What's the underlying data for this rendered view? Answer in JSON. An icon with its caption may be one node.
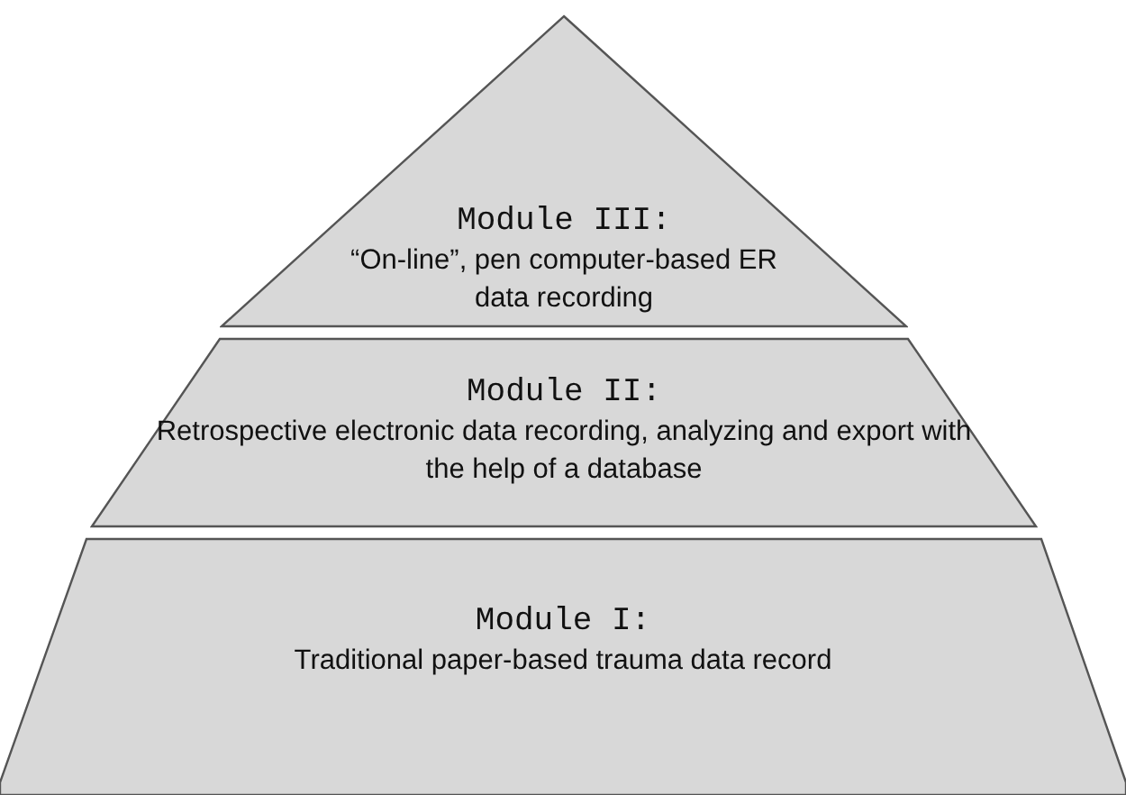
{
  "diagram": {
    "nodes": [
      {
        "text": [
          "Module III:",
          "“On-line”, pen computer-based ER data recording"
        ]
      },
      {
        "text": [
          "Module II:",
          "Retrospective electronic data recording, analyzing and export with the help of a database"
        ]
      },
      {
        "text": [
          "Module I:",
          "Traditional paper-based trauma data record"
        ]
      }
    ]
  }
}
